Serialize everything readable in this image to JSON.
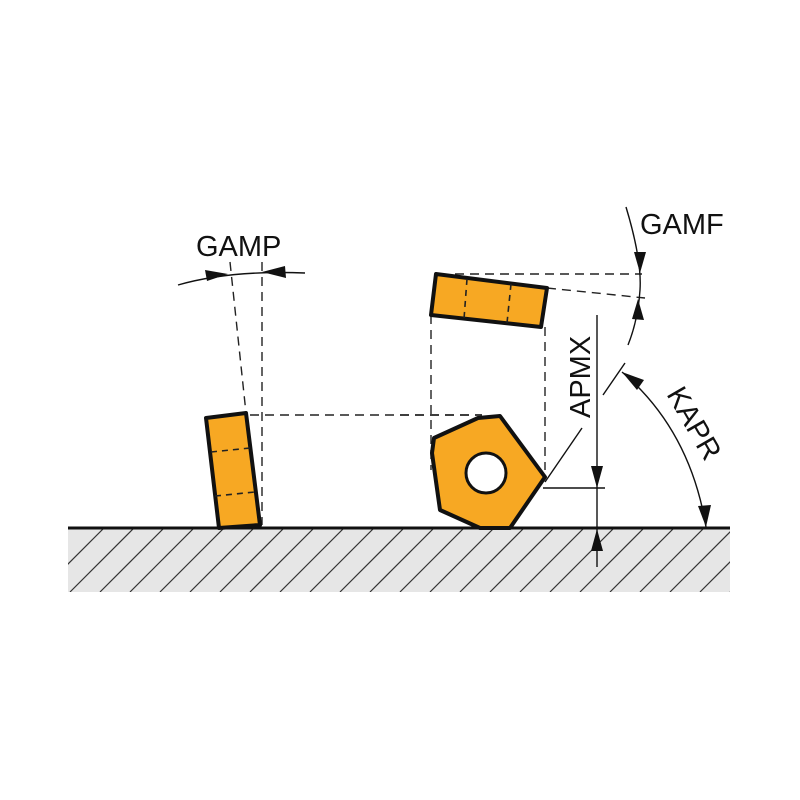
{
  "labels": {
    "gamp": "GAMP",
    "gamf": "GAMF",
    "apmx": "APMX",
    "kapr": "KAPR"
  },
  "colors": {
    "insert": "#f7a823",
    "ground": "#e6e6e6",
    "line": "#111111"
  }
}
